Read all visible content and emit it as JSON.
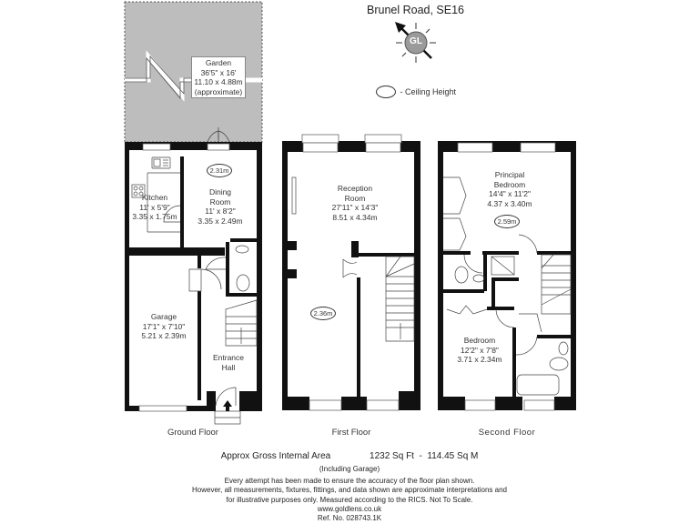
{
  "header": {
    "address": "Brunel Road, SE16",
    "compass_label": "GL",
    "legend_label": "- Ceiling Height"
  },
  "garden": {
    "name": "Garden",
    "imperial": "36'5\" x 16'",
    "metric": "11.10 x 4.88m",
    "note": "(approximate)"
  },
  "floors": [
    {
      "title": "Ground Floor",
      "rooms": [
        {
          "name": "Kitchen",
          "imperial": "11' x 5'9\"",
          "metric": "3.35 x 1.75m"
        },
        {
          "name_line1": "Dining",
          "name_line2": "Room",
          "imperial": "11' x 8'2\"",
          "metric": "3.35 x 2.49m"
        },
        {
          "name": "Garage",
          "imperial": "17'1\" x 7'10\"",
          "metric": "5.21 x 2.39m"
        },
        {
          "name_line1": "Entrance",
          "name_line2": "Hall"
        }
      ],
      "ceiling_height": "2.31m"
    },
    {
      "title": "First Floor",
      "rooms": [
        {
          "name_line1": "Reception",
          "name_line2": "Room",
          "imperial": "27'11\" x 14'3\"",
          "metric": "8.51 x 4.34m"
        }
      ],
      "ceiling_height": "2.36m"
    },
    {
      "title": "Second Floor",
      "rooms": [
        {
          "name_line1": "Principal",
          "name_line2": "Bedroom",
          "imperial": "14'4\" x 11'2\"",
          "metric": "4.37 x 3.40m"
        },
        {
          "name": "Bedroom",
          "imperial": "12'2\" x 7'8\"",
          "metric": "3.71 x 2.34m"
        }
      ],
      "ceiling_height": "2.59m"
    }
  ],
  "footer": {
    "area_label": "Approx Gross Internal Area",
    "area_value": "1232 Sq Ft  -  114.45 Sq M",
    "area_note": "(Including Garage)",
    "disclaimer_1": "Every attempt has been made to ensure the accuracy of the floor plan shown.",
    "disclaimer_2": "However, all measurements, fixtures, fittings, and data shown are approximate interpretations and",
    "disclaimer_3": "for illustrative purposes only. Measured according to the RICS. Not To Scale.",
    "website": "www.goldlens.co.uk",
    "reference": "Ref. No. 028743.1K"
  },
  "colors": {
    "wall": "#111111",
    "garden_fill": "#bdbdbd",
    "compass_fill": "#9a9a9a"
  }
}
